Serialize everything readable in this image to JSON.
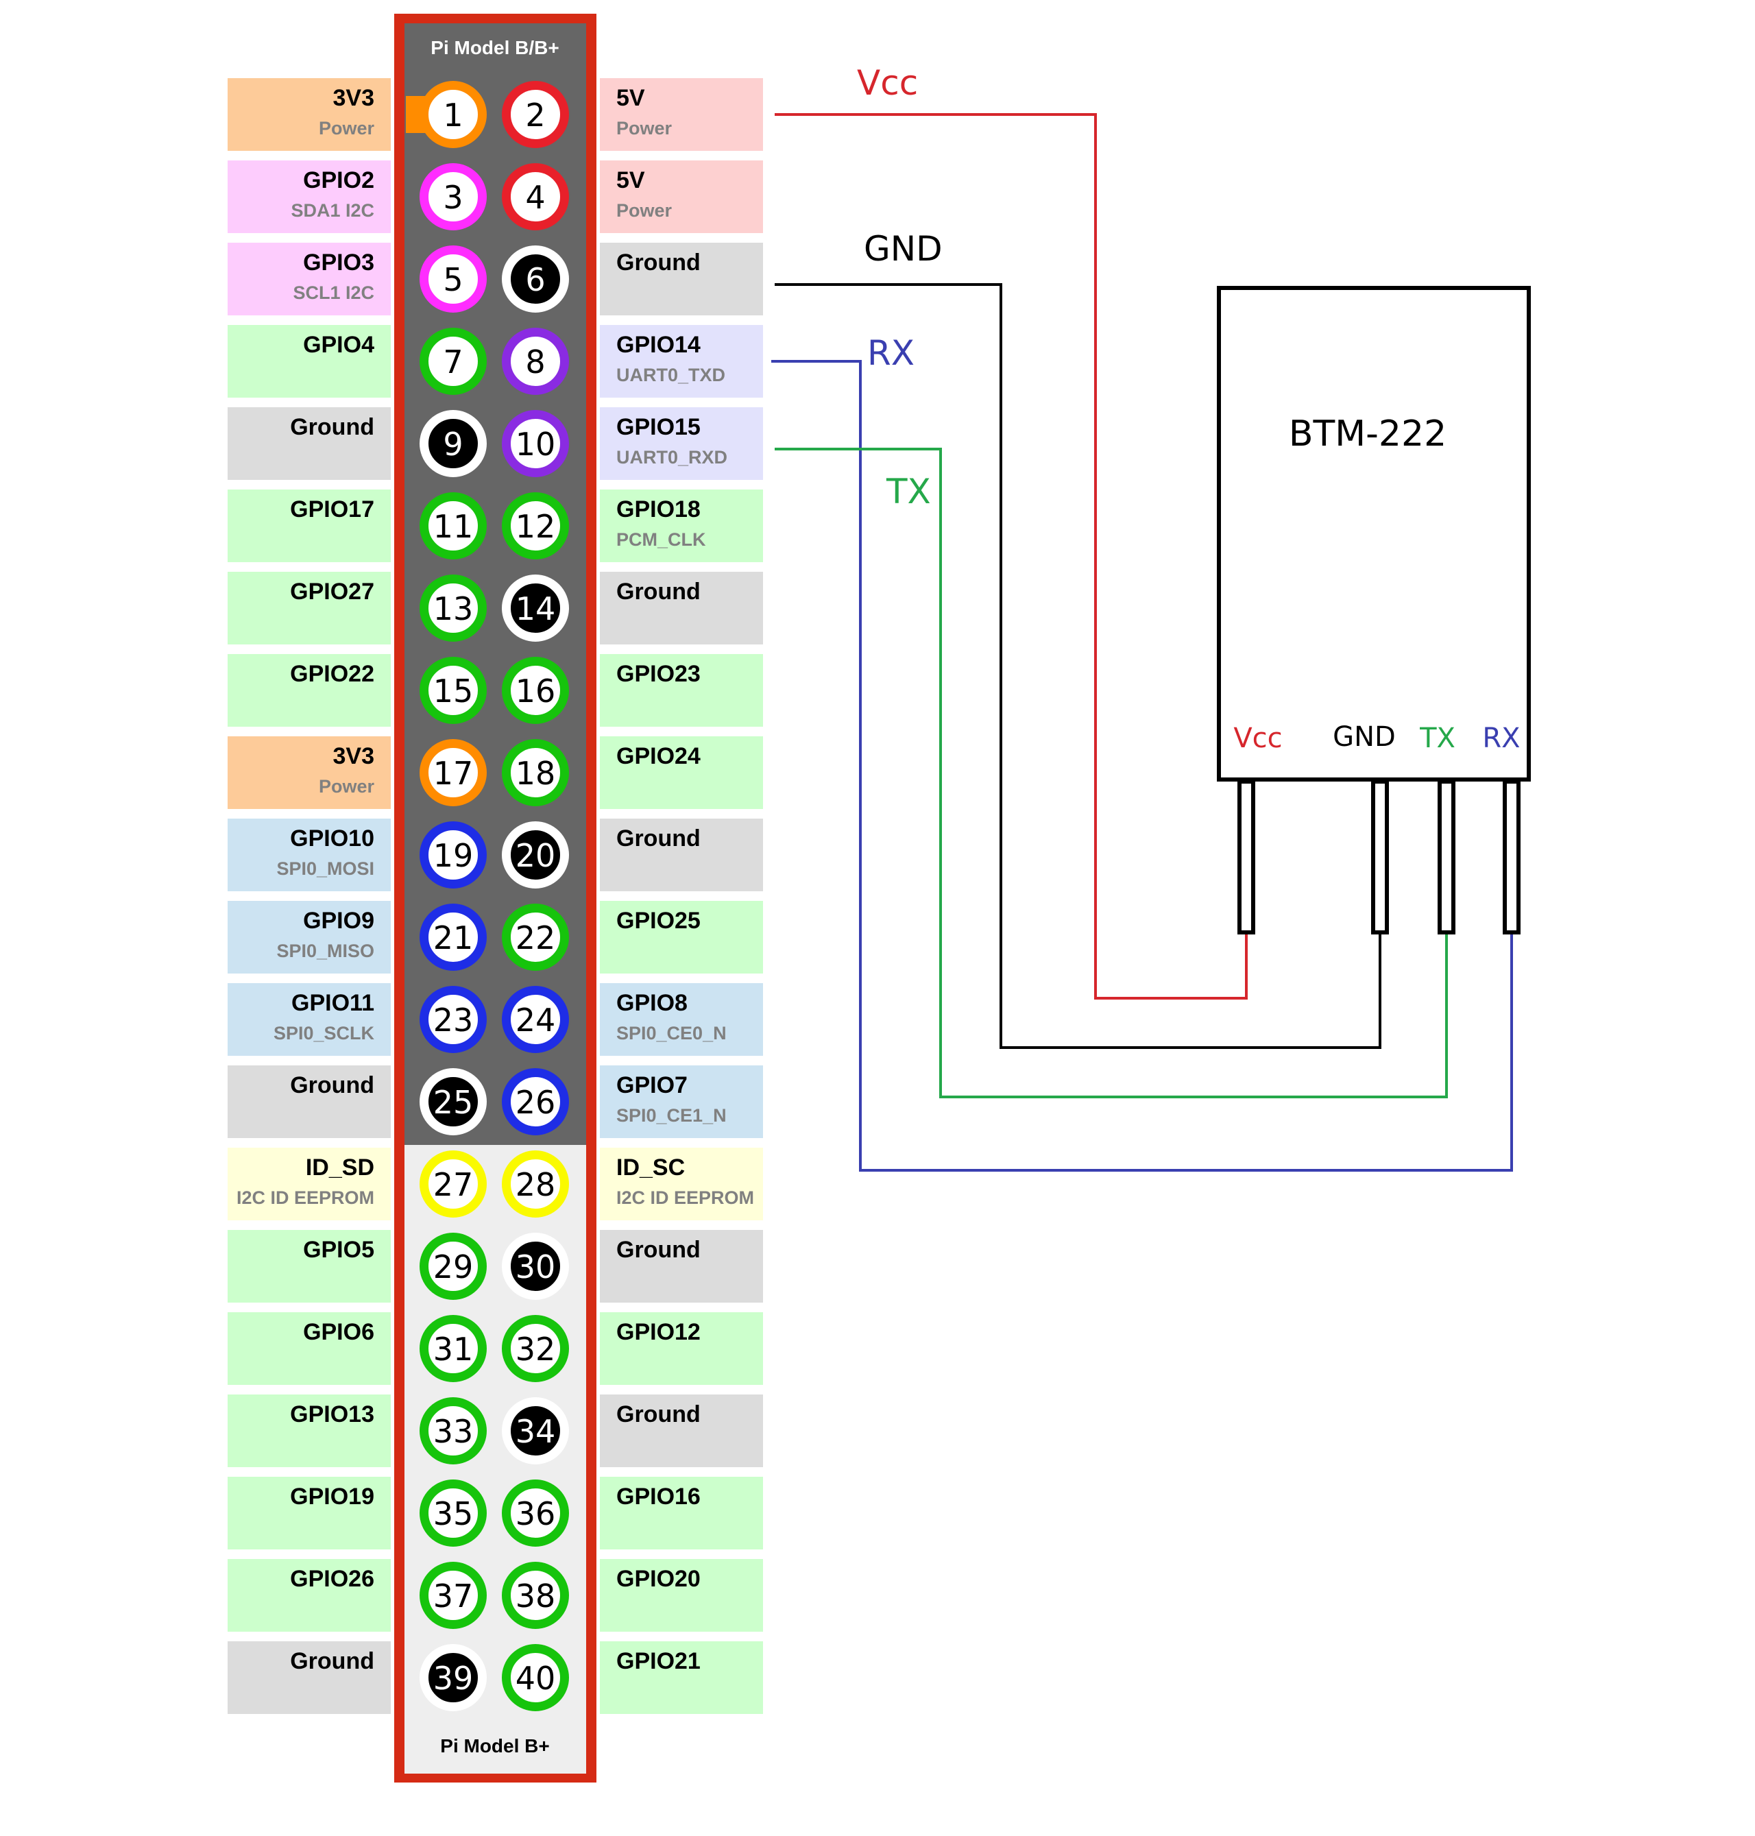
{
  "header": {
    "top_label": "Pi Model B/B+",
    "bottom_label": "Pi Model B+"
  },
  "colors": {
    "board_border": "#d52b15",
    "board_dark": "#666666",
    "board_light": "#eeeeee",
    "power33": "#ff8c00",
    "power5": "#e8202a",
    "ground": "#000000",
    "i2c": "#ff2dff",
    "gpio": "#16c40c",
    "uart": "#8a2be2",
    "spi": "#1e2de6",
    "eeprom": "#fafa00",
    "wire_vcc": "#d6262c",
    "wire_gnd": "#000000",
    "wire_rx": "#3a3fb0",
    "wire_tx": "#25a84a"
  },
  "label_bg": {
    "power33": "#fdcb99",
    "power5": "#fdd0d0",
    "ground": "#dcdcdc",
    "i2c": "#fdccfd",
    "gpio": "#ccffcc",
    "uart": "#e2e2fc",
    "spi": "#cce3f2",
    "eeprom": "#ffffd9"
  },
  "pins": [
    {
      "num": "1",
      "type": "power33",
      "name": "3V3",
      "sub": "Power"
    },
    {
      "num": "2",
      "type": "power5",
      "name": "5V",
      "sub": "Power"
    },
    {
      "num": "3",
      "type": "i2c",
      "name": "GPIO2",
      "sub": "SDA1 I2C"
    },
    {
      "num": "4",
      "type": "power5",
      "name": "5V",
      "sub": "Power"
    },
    {
      "num": "5",
      "type": "i2c",
      "name": "GPIO3",
      "sub": "SCL1 I2C"
    },
    {
      "num": "6",
      "type": "ground",
      "name": "Ground",
      "sub": ""
    },
    {
      "num": "7",
      "type": "gpio",
      "name": "GPIO4",
      "sub": ""
    },
    {
      "num": "8",
      "type": "uart",
      "name": "GPIO14",
      "sub": "UART0_TXD"
    },
    {
      "num": "9",
      "type": "ground",
      "name": "Ground",
      "sub": ""
    },
    {
      "num": "10",
      "type": "uart",
      "name": "GPIO15",
      "sub": "UART0_RXD"
    },
    {
      "num": "11",
      "type": "gpio",
      "name": "GPIO17",
      "sub": ""
    },
    {
      "num": "12",
      "type": "gpio",
      "name": "GPIO18",
      "sub": "PCM_CLK"
    },
    {
      "num": "13",
      "type": "gpio",
      "name": "GPIO27",
      "sub": ""
    },
    {
      "num": "14",
      "type": "ground",
      "name": "Ground",
      "sub": ""
    },
    {
      "num": "15",
      "type": "gpio",
      "name": "GPIO22",
      "sub": ""
    },
    {
      "num": "16",
      "type": "gpio",
      "name": "GPIO23",
      "sub": ""
    },
    {
      "num": "17",
      "type": "power33",
      "name": "3V3",
      "sub": "Power"
    },
    {
      "num": "18",
      "type": "gpio",
      "name": "GPIO24",
      "sub": ""
    },
    {
      "num": "19",
      "type": "spi",
      "name": "GPIO10",
      "sub": "SPI0_MOSI"
    },
    {
      "num": "20",
      "type": "ground",
      "name": "Ground",
      "sub": ""
    },
    {
      "num": "21",
      "type": "spi",
      "name": "GPIO9",
      "sub": "SPI0_MISO"
    },
    {
      "num": "22",
      "type": "gpio",
      "name": "GPIO25",
      "sub": ""
    },
    {
      "num": "23",
      "type": "spi",
      "name": "GPIO11",
      "sub": "SPI0_SCLK"
    },
    {
      "num": "24",
      "type": "spi",
      "name": "GPIO8",
      "sub": "SPI0_CE0_N"
    },
    {
      "num": "25",
      "type": "ground",
      "name": "Ground",
      "sub": ""
    },
    {
      "num": "26",
      "type": "spi",
      "name": "GPIO7",
      "sub": "SPI0_CE1_N"
    },
    {
      "num": "27",
      "type": "eeprom",
      "name": "ID_SD",
      "sub": "I2C ID EEPROM"
    },
    {
      "num": "28",
      "type": "eeprom",
      "name": "ID_SC",
      "sub": "I2C ID EEPROM"
    },
    {
      "num": "29",
      "type": "gpio",
      "name": "GPIO5",
      "sub": ""
    },
    {
      "num": "30",
      "type": "ground",
      "name": "Ground",
      "sub": ""
    },
    {
      "num": "31",
      "type": "gpio",
      "name": "GPIO6",
      "sub": ""
    },
    {
      "num": "32",
      "type": "gpio",
      "name": "GPIO12",
      "sub": ""
    },
    {
      "num": "33",
      "type": "gpio",
      "name": "GPIO13",
      "sub": ""
    },
    {
      "num": "34",
      "type": "ground",
      "name": "Ground",
      "sub": ""
    },
    {
      "num": "35",
      "type": "gpio",
      "name": "GPIO19",
      "sub": ""
    },
    {
      "num": "36",
      "type": "gpio",
      "name": "GPIO16",
      "sub": ""
    },
    {
      "num": "37",
      "type": "gpio",
      "name": "GPIO26",
      "sub": ""
    },
    {
      "num": "38",
      "type": "gpio",
      "name": "GPIO20",
      "sub": ""
    },
    {
      "num": "39",
      "type": "ground",
      "name": "Ground",
      "sub": ""
    },
    {
      "num": "40",
      "type": "gpio",
      "name": "GPIO21",
      "sub": ""
    }
  ],
  "wires": {
    "vcc": "Vcc",
    "gnd": "GND",
    "rx": "RX",
    "tx": "TX"
  },
  "module": {
    "name": "BTM-222",
    "pins": [
      "Vcc",
      "GND",
      "TX",
      "RX"
    ]
  }
}
